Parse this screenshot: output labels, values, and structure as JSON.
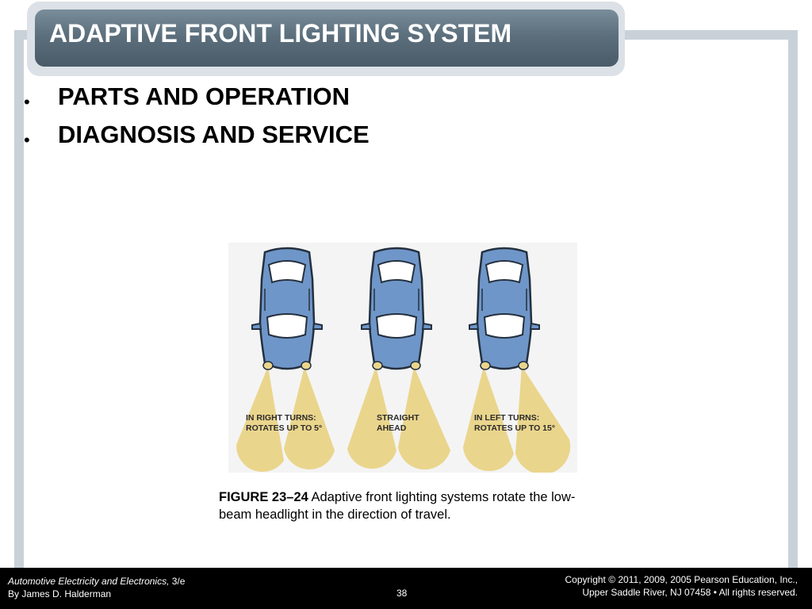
{
  "slide": {
    "title": "ADAPTIVE FRONT LIGHTING SYSTEM",
    "bullets": [
      {
        "text": "PARTS AND OPERATION"
      },
      {
        "text": "DIAGNOSIS AND SERVICE"
      }
    ]
  },
  "figure": {
    "labels": [
      "IN RIGHT TURNS:\nROTATES UP TO 5°",
      "STRAIGHT\nAHEAD",
      "IN LEFT TURNS:\nROTATES UP TO 15°"
    ],
    "caption_label": "FIGURE 23–24",
    "caption_text": " Adaptive front lighting systems rotate the low-beam headlight in the direction of travel.",
    "colors": {
      "car_body": "#6f96c8",
      "car_outline": "#24303f",
      "beam": "#ead58c",
      "window": "#ffffff"
    }
  },
  "footer": {
    "book_title": "Automotive Electricity and Electronics,",
    "edition": " 3/e",
    "author": "By James D. Halderman",
    "page_number": "38",
    "copyright_line1": "Copyright © 2011, 2009, 2005 Pearson Education, Inc.,",
    "copyright_line2": "Upper Saddle River, NJ 07458 • All rights reserved."
  }
}
